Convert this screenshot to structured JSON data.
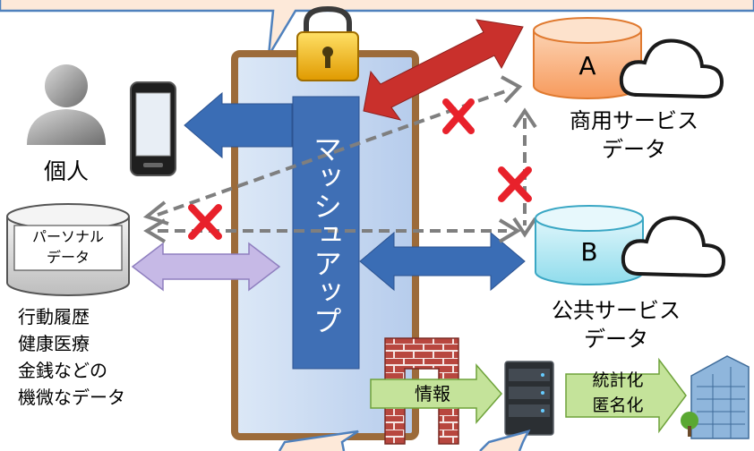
{
  "labels": {
    "person": "個人",
    "personal_data_line1": "パーソナル",
    "personal_data_line2": "データ",
    "examples": [
      "行動履歴",
      "健康医療",
      "金銭などの",
      "機微なデータ"
    ],
    "mashup": "マッシュアップ",
    "db_a": "A",
    "db_b": "B",
    "commercial_line1": "商用サービス",
    "commercial_line2": "データ",
    "public_line1": "公共サービス",
    "public_line2": "データ",
    "info_arrow": "情報",
    "stats_line1": "統計化",
    "stats_line2": "匿名化"
  },
  "colors": {
    "callout_fill": "#fde9d9",
    "callout_border": "#4f81bd",
    "frame_border": "#9c6b3a",
    "frame_fill": "#c6d9f1",
    "mashup_bar": "#3f6fb5",
    "blue_arrow": "#3a6db5",
    "red_arrow": "#c9302c",
    "purple_arrow": "#c6b9e6",
    "green_arrow": "#c4e39a",
    "db_orange": "#f9a872",
    "db_cyan": "#a9e4f2",
    "db_grey": "#cfcfcf",
    "lock_gold": "#f2b51c",
    "cross_red": "#e8212b",
    "brick": "#b8473f"
  },
  "icons": [
    "lock-icon",
    "person-icon",
    "smartphone-icon",
    "cloud-icon",
    "server-icon",
    "building-icon",
    "brick-wall-icon"
  ]
}
